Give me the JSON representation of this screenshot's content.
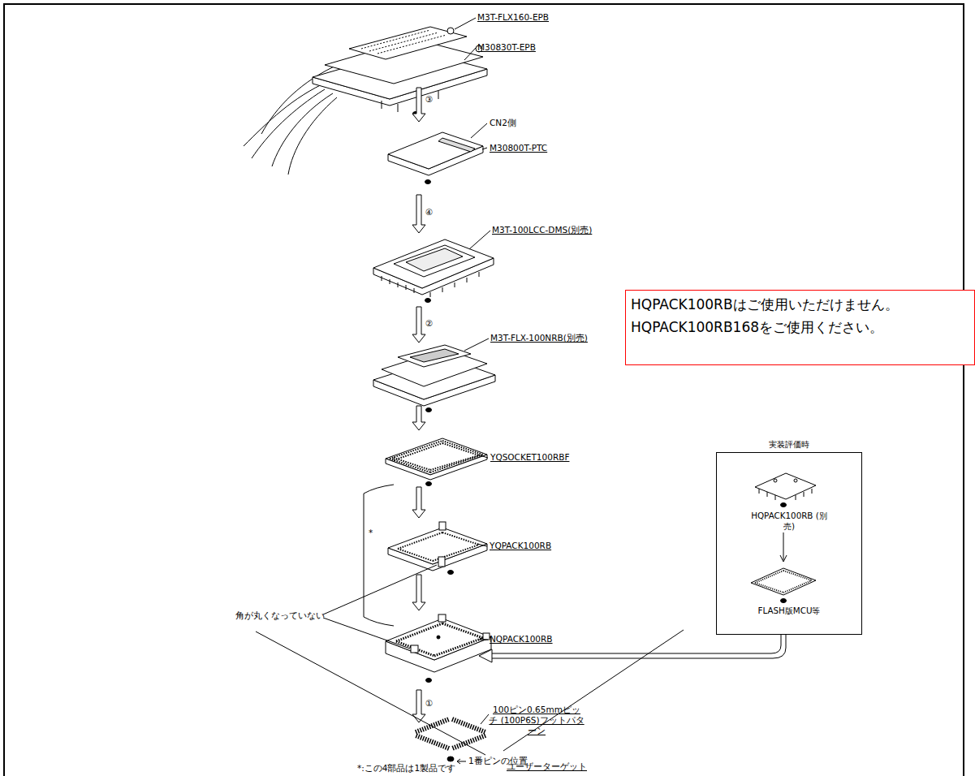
{
  "diagram": {
    "nodes": [
      {
        "text": [
          "実装評価時",
          "HQPACK100RB (別売)",
          "FLASH版MCU等"
        ]
      },
      {
        "text": [
          "HQPACK100RBはご使用いただけません。",
          "HQPACK100RB168をご使用ください。"
        ]
      }
    ],
    "labels": [
      "M3T-FLX160-EPB",
      "M30830T-EPB",
      "③",
      "CN2側",
      "M30800T-PTC",
      "④",
      "M3T-100LCC-DMS(別売)",
      "②",
      "M3T-FLX-100NRB(別売)",
      "YQSOCKET100RBF",
      "YQPACK100RB",
      "NQPACK100RB",
      "角が丸くなっていない",
      "*",
      "①",
      "100ピン0.65mmピッチ (100P6S)フットパターン",
      "1番ピンの位置",
      "*:この4部品は1製品です",
      "ユーザーターゲット"
    ]
  }
}
